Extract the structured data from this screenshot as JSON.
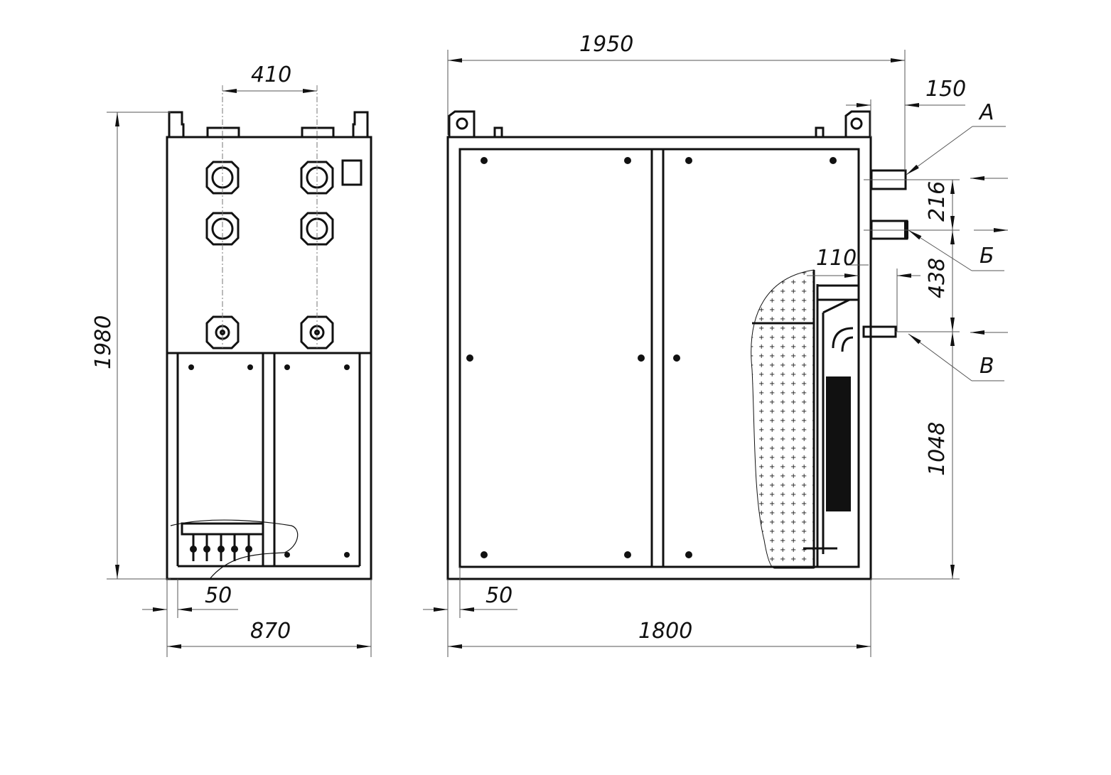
{
  "front_view": {
    "dim_pipe_spacing": "410",
    "dim_height": "1980",
    "dim_width": "870",
    "dim_offset": "50"
  },
  "side_view": {
    "dim_overall_length": "1950",
    "dim_frame_length": "1800",
    "dim_offset": "50",
    "dim_pipe_projection": "150",
    "dim_pipe_spacing_ab": "216",
    "dim_inner_offset": "110",
    "dim_pipe_spacing_bv": "438",
    "dim_pipe_height_v": "1048",
    "label_a": "А",
    "label_b": "Б",
    "label_v": "В"
  }
}
